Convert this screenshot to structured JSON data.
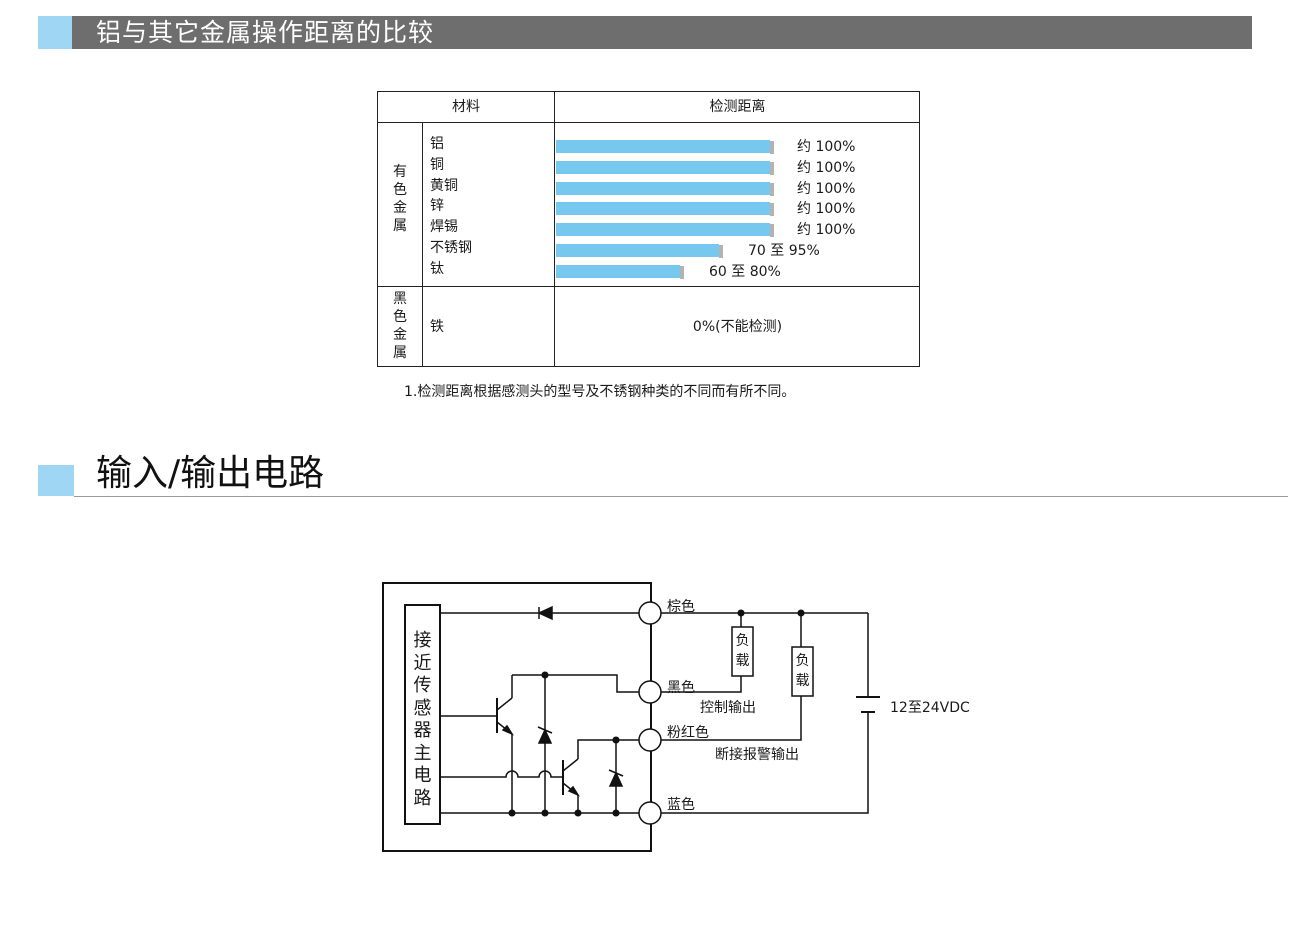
{
  "section1": {
    "title": "铝与其它金属操作距离的比较"
  },
  "table": {
    "header_material": "材料",
    "header_distance": "检测距离",
    "group_nonferrous": [
      "有",
      "色",
      "金",
      "属"
    ],
    "group_ferrous": [
      "黑",
      "色",
      "金",
      "属"
    ],
    "rows": [
      {
        "material": "铝",
        "value": "约 100%",
        "fraction": 1.0
      },
      {
        "material": "铜",
        "value": "约 100%",
        "fraction": 1.0
      },
      {
        "material": "黄铜",
        "value": "约 100%",
        "fraction": 1.0
      },
      {
        "material": "锌",
        "value": "约 100%",
        "fraction": 1.0
      },
      {
        "material": "焊锡",
        "value": "约 100%",
        "fraction": 1.0
      },
      {
        "material": "不锈钢",
        "value": "70 至 95%",
        "fraction": 0.76
      },
      {
        "material": "钛",
        "value": "60 至 80%",
        "fraction": 0.58
      }
    ],
    "ferrous_row": {
      "material": "铁",
      "value": "0%(不能检测)"
    },
    "bar_color": "#77c8ee"
  },
  "note": "1.检测距离根据感测头的型号及不锈钢种类的不同而有所不同。",
  "section2": {
    "title": "输入/输出电路"
  },
  "circuit": {
    "main_circuit_chars": [
      "接",
      "近",
      "传",
      "感",
      "器",
      "主",
      "电",
      "路"
    ],
    "terminal_brown": "棕色",
    "terminal_black": "黑色",
    "terminal_pink": "粉红色",
    "terminal_blue": "蓝色",
    "control_output": "控制输出",
    "disconnect_alarm_output": "断接报警输出",
    "load_label": [
      "负",
      "载"
    ],
    "supply": "12至24VDC"
  }
}
